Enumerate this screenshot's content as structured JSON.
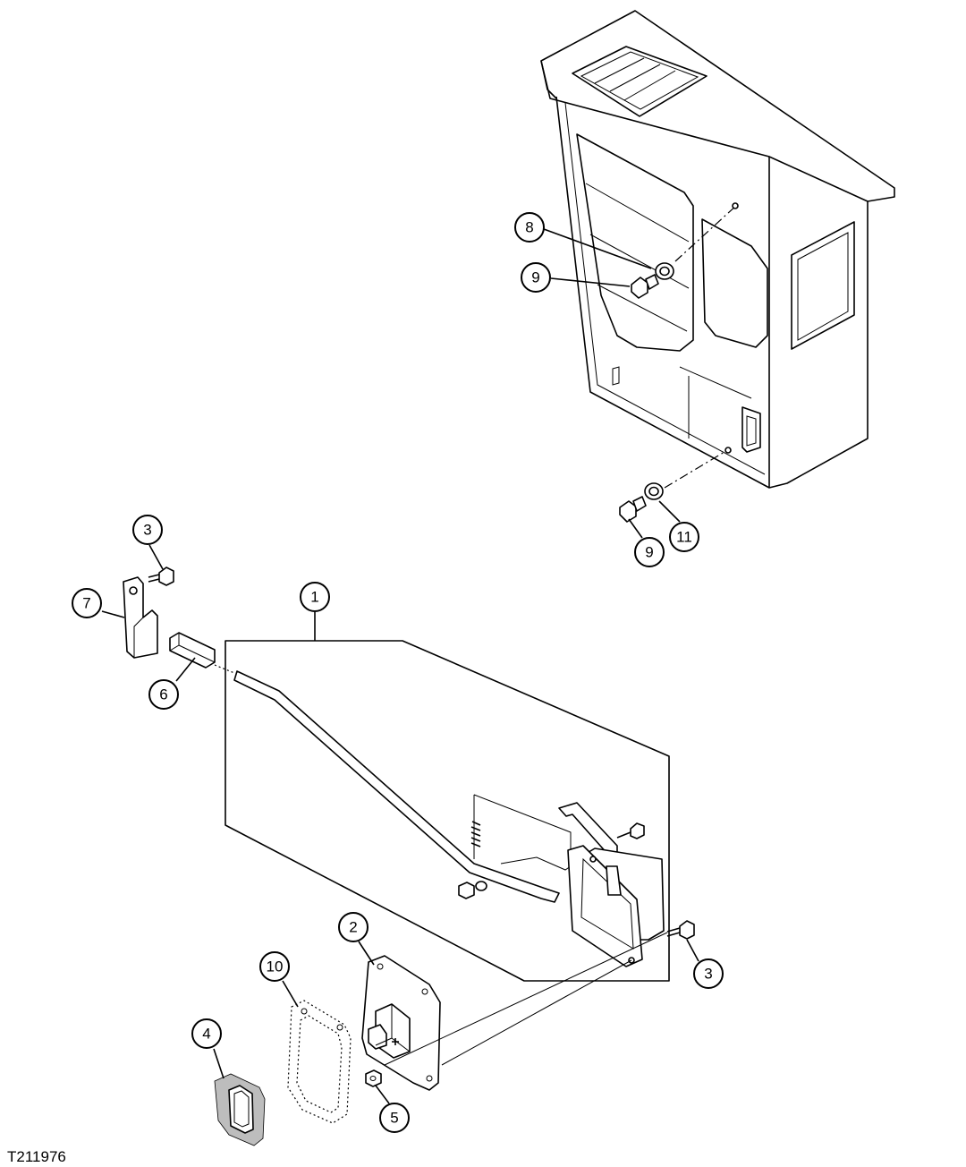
{
  "figure_id": "T211976",
  "callouts": [
    {
      "key": "c8",
      "label": "8"
    },
    {
      "key": "c9a",
      "label": "9"
    },
    {
      "key": "c9b",
      "label": "9"
    },
    {
      "key": "c11",
      "label": "11"
    },
    {
      "key": "c3a",
      "label": "3"
    },
    {
      "key": "c7",
      "label": "7"
    },
    {
      "key": "c6",
      "label": "6"
    },
    {
      "key": "c1",
      "label": "1"
    },
    {
      "key": "c2",
      "label": "2"
    },
    {
      "key": "c10",
      "label": "10"
    },
    {
      "key": "c3b",
      "label": "3"
    },
    {
      "key": "c4",
      "label": "4"
    },
    {
      "key": "c5",
      "label": "5"
    }
  ]
}
